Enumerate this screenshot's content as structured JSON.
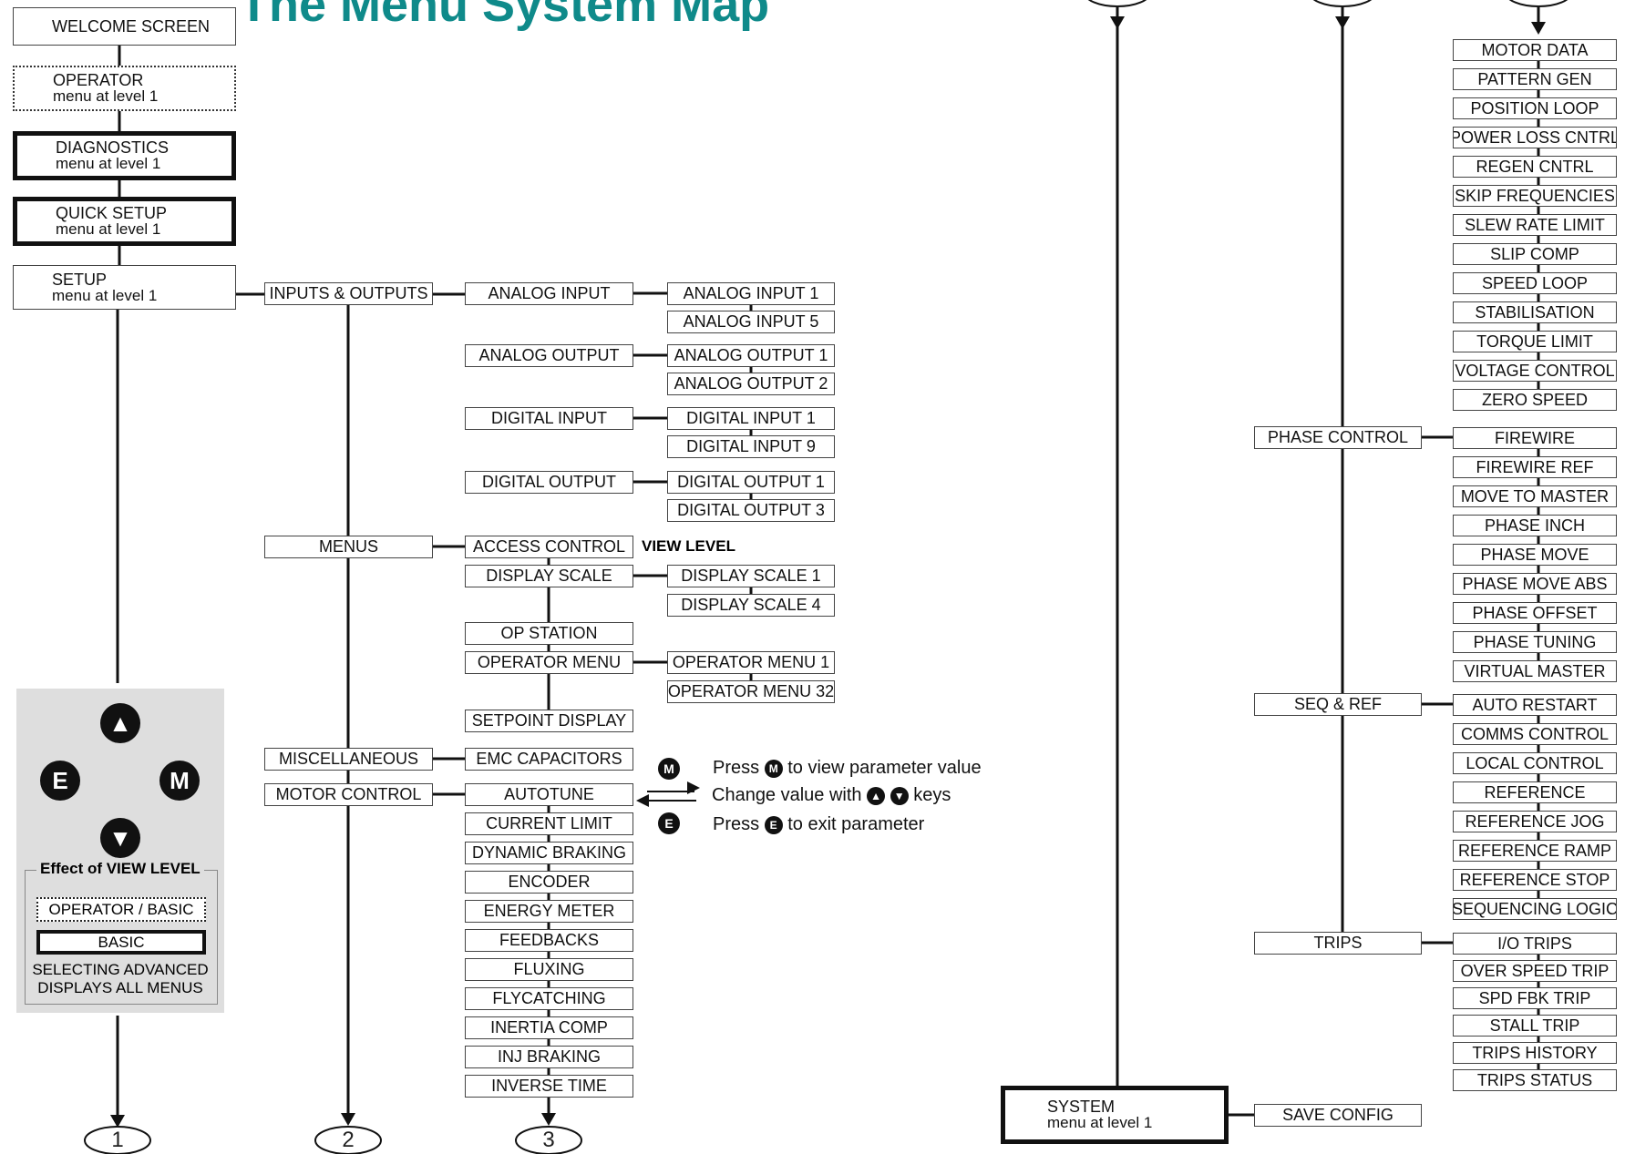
{
  "title": "The Menu System Map",
  "top_menu": [
    {
      "line1": "WELCOME SCREEN",
      "line2": "",
      "style": "plain"
    },
    {
      "line1": "OPERATOR",
      "line2": "menu at level 1",
      "style": "dotted"
    },
    {
      "line1": "DIAGNOSTICS",
      "line2": "menu at level 1",
      "style": "thick"
    },
    {
      "line1": "QUICK SETUP",
      "line2": "menu at level 1",
      "style": "thick"
    },
    {
      "line1": "SETUP",
      "line2": "menu at level 1",
      "style": "plain"
    }
  ],
  "setup_groups": [
    "INPUTS & OUTPUTS",
    "MENUS",
    "MISCELLANEOUS",
    "MOTOR CONTROL"
  ],
  "io_menus": [
    {
      "name": "ANALOG INPUT",
      "children": [
        "ANALOG INPUT 1",
        "ANALOG INPUT 5"
      ]
    },
    {
      "name": "ANALOG OUTPUT",
      "children": [
        "ANALOG OUTPUT 1",
        "ANALOG OUTPUT 2"
      ]
    },
    {
      "name": "DIGITAL INPUT",
      "children": [
        "DIGITAL INPUT 1",
        "DIGITAL INPUT 9"
      ]
    },
    {
      "name": "DIGITAL OUTPUT",
      "children": [
        "DIGITAL OUTPUT 1",
        "DIGITAL OUTPUT 3"
      ]
    }
  ],
  "menus_menus": [
    {
      "name": "ACCESS CONTROL",
      "children": []
    },
    {
      "name": "DISPLAY SCALE",
      "children": [
        "DISPLAY SCALE 1",
        "DISPLAY SCALE 4"
      ]
    },
    {
      "name": "OP STATION",
      "children": []
    },
    {
      "name": "OPERATOR MENU",
      "children": [
        "OPERATOR MENU 1",
        "OPERATOR MENU 32"
      ]
    },
    {
      "name": "SETPOINT DISPLAY",
      "children": []
    }
  ],
  "view_level": "VIEW LEVEL",
  "misc_menus": [
    "EMC CAPACITORS"
  ],
  "motor_menus": [
    "AUTOTUNE",
    "CURRENT LIMIT",
    "DYNAMIC BRAKING",
    "ENCODER",
    "ENERGY METER",
    "FEEDBACKS",
    "FLUXING",
    "FLYCATCHING",
    "INERTIA COMP",
    "INJ BRAKING",
    "INVERSE TIME"
  ],
  "help": {
    "line1_pre": "Press",
    "line1_post": "to view parameter value",
    "line2_pre": "Change value with",
    "line2_post": "keys",
    "line3_pre": "Press",
    "line3_post": "to exit parameter",
    "m": "M",
    "e": "E"
  },
  "keypad": {
    "e": "E",
    "m": "M",
    "up": "▲",
    "down": "▼",
    "effect_title": "Effect of VIEW LEVEL",
    "op_basic": "OPERATOR / BASIC",
    "basic": "BASIC",
    "selecting1": "SELECTING ADVANCED",
    "selecting2": "DISPLAYS ALL MENUS"
  },
  "connectors": [
    "1",
    "2",
    "3"
  ],
  "motor_cont": [
    "MOTOR DATA",
    "PATTERN GEN",
    "POSITION LOOP",
    "POWER LOSS CNTRL",
    "REGEN CNTRL",
    "SKIP FREQUENCIES",
    "SLEW RATE LIMIT",
    "SLIP COMP",
    "SPEED LOOP",
    "STABILISATION",
    "TORQUE LIMIT",
    "VOLTAGE CONTROL",
    "ZERO SPEED"
  ],
  "right_groups": [
    {
      "name": "PHASE CONTROL",
      "children": [
        "FIREWIRE",
        "FIREWIRE REF",
        "MOVE TO MASTER",
        "PHASE INCH",
        "PHASE MOVE",
        "PHASE MOVE ABS",
        "PHASE OFFSET",
        "PHASE TUNING",
        "VIRTUAL MASTER"
      ]
    },
    {
      "name": "SEQ & REF",
      "children": [
        "AUTO RESTART",
        "COMMS CONTROL",
        "LOCAL CONTROL",
        "REFERENCE",
        "REFERENCE JOG",
        "REFERENCE RAMP",
        "REFERENCE STOP",
        "SEQUENCING LOGIC"
      ]
    },
    {
      "name": "TRIPS",
      "children": [
        "I/O TRIPS",
        "OVER SPEED TRIP",
        "SPD FBK TRIP",
        "STALL TRIP",
        "TRIPS HISTORY",
        "TRIPS STATUS"
      ]
    }
  ],
  "system": {
    "line1": "SYSTEM",
    "line2": "menu at level 1",
    "child": "SAVE CONFIG"
  }
}
